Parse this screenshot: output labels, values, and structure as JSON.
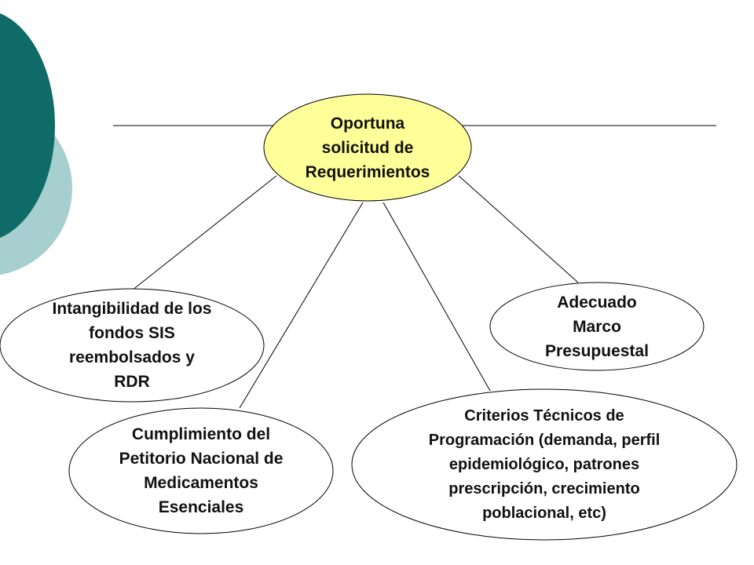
{
  "colors": {
    "deco_dark": "#0f6b67",
    "deco_light": "#a7cfcf",
    "center_fill": "#ffff99",
    "node_fill": "#ffffff",
    "stroke": "#000000"
  },
  "diagram": {
    "center": "Oportuna\nsolicitud de\nRequerimientos",
    "nodes": {
      "left": "Intangibilidad de los\nfondos SIS\nreembolsados y\nRDR",
      "right": "Adecuado\nMarco\nPresupuestal",
      "bottom_left": "Cumplimiento del\nPetitorio Nacional de\nMedicamentos\nEsenciales",
      "bottom_right": "Criterios Técnicos de\nProgramación (demanda, perfil\nepidemiológico, patrones\nprescripción, crecimiento\npoblacional, etc)"
    }
  }
}
